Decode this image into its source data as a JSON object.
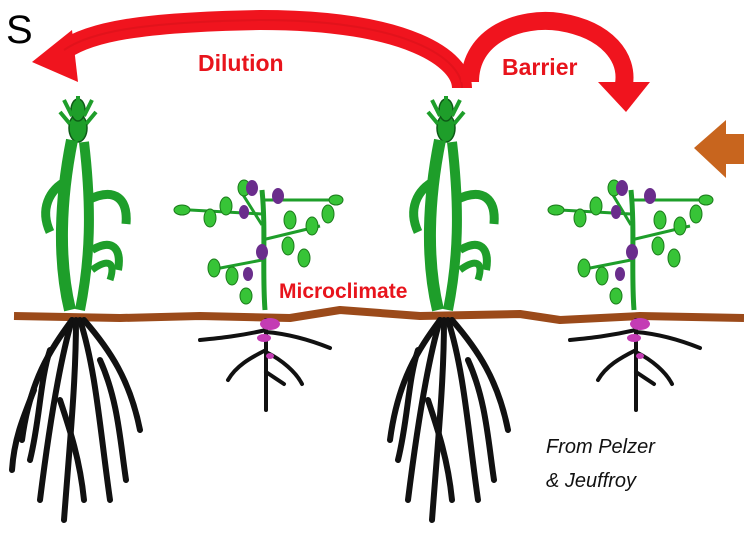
{
  "panel_letter": "S",
  "labels": {
    "dilution": "Dilution",
    "barrier": "Barrier",
    "microclimate": "Microclimate"
  },
  "credit": {
    "line1": "From Pelzer",
    "line2": "& Jeuffroy"
  },
  "colors": {
    "arrow_red": "#f0141e",
    "label_red": "#e8141c",
    "soil_line": "#9b4a1a",
    "side_arrow": "#c8651e",
    "cereal_green": "#1e9e2a",
    "legume_leaf": "#37c437",
    "flower_purple": "#6a2d8c",
    "root_black": "#111111",
    "nodule_magenta": "#c43cb4"
  }
}
